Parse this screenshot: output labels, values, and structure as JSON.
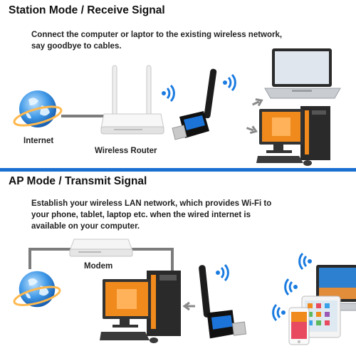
{
  "colors": {
    "divider": "#1b6fd1",
    "wifi_blue": "#1a7be0",
    "wire": "#7c7c7c",
    "arrow": "#8a8a8a",
    "orange": "#f08a1c"
  },
  "station": {
    "title": "Station Mode / Receive Signal",
    "description_lines": [
      "Connect the computer or laptor to the existing wireless network,",
      "say goodbye to cables."
    ],
    "internet_label": "Internet",
    "router_label": "Wireless Router"
  },
  "ap": {
    "title": "AP Mode / Transmit Signal",
    "description_lines": [
      "Establish your wireless LAN network, which provides Wi-Fi to",
      "your phone, tablet, laptop etc. when the wired internet is",
      "available on your computer."
    ],
    "modem_label": "Modem"
  },
  "icons": [
    "globe-icon",
    "router-icon",
    "usb-adapter-icon",
    "wifi-icon",
    "laptop-icon",
    "desktop-pc-icon",
    "modem-icon",
    "tablet-icon",
    "phone-icon",
    "arrow-icon"
  ]
}
